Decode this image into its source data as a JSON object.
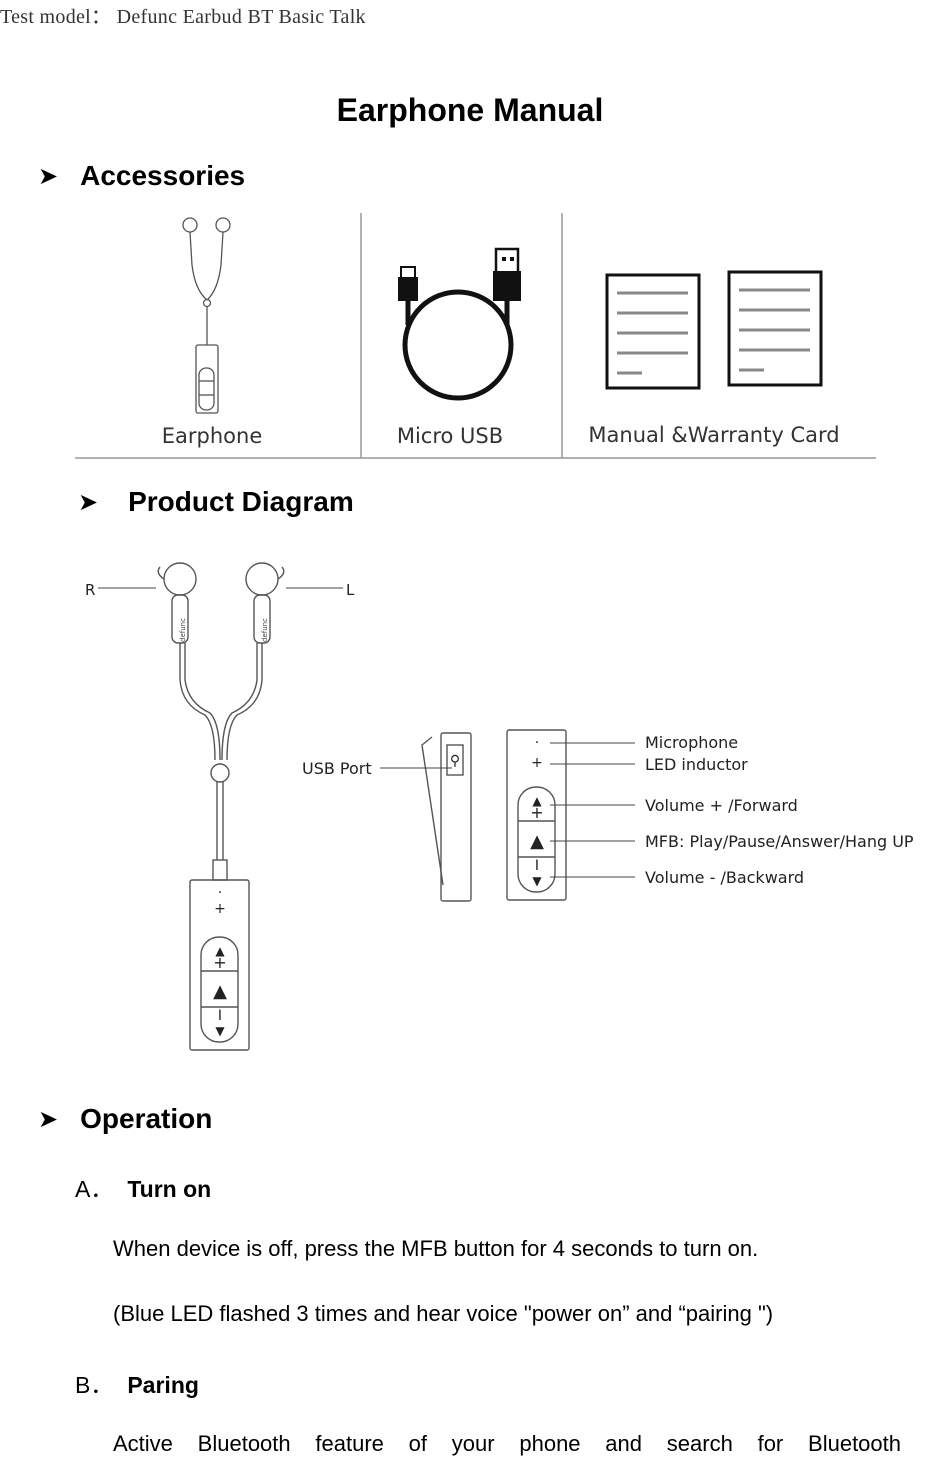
{
  "header": {
    "test_model": "Test model： Defunc Earbud BT Basic Talk"
  },
  "title": "Earphone Manual",
  "sections": {
    "accessories": {
      "heading": "Accessories"
    },
    "product_diagram": {
      "heading": "Product Diagram"
    },
    "operation": {
      "heading": "Operation"
    }
  },
  "accessories_figure": {
    "earphone": "Earphone",
    "micro_usb": "Micro USB",
    "manual_card": "Manual &Warranty Card"
  },
  "diagram": {
    "right": "R",
    "left": "L",
    "brand": "defunc",
    "usb_port": "USB Port",
    "microphone": "Microphone",
    "led": "LED inductor",
    "volume_up": "Volume + /Forward",
    "mfb": "MFB: Play/Pause/Answer/Hang UP",
    "volume_down": "Volume - /Backward"
  },
  "operation": {
    "a_letter": "A．",
    "a_title": "Turn on",
    "a_line1": "When device is off, press the MFB button for 4 seconds to turn on.",
    "a_line2": "(Blue LED flashed 3 times and hear voice \"power on” and “pairing \")",
    "b_letter": "B．",
    "b_title": "Paring",
    "b_line1": "Active Bluetooth feature of your phone and search for Bluetooth"
  }
}
